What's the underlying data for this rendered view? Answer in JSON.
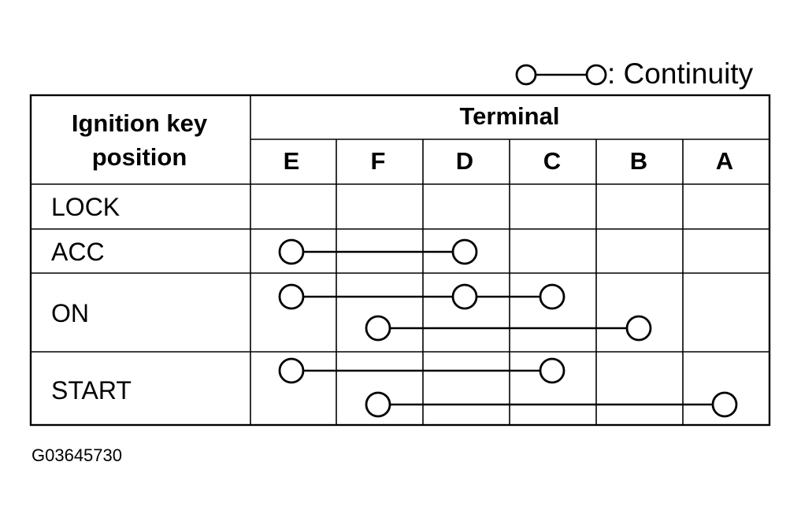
{
  "legend": {
    "text": ": Continuity"
  },
  "table": {
    "row_header_lines": [
      "Ignition key",
      "position"
    ],
    "group_header": "Terminal",
    "terminals": [
      "E",
      "F",
      "D",
      "C",
      "B",
      "A"
    ],
    "positions": [
      "LOCK",
      "ACC",
      "ON",
      "START"
    ]
  },
  "continuity": [
    {
      "position": "ACC",
      "connected": [
        "E",
        "D"
      ]
    },
    {
      "position": "ON",
      "connected": [
        "E",
        "D",
        "C"
      ]
    },
    {
      "position": "ON",
      "connected": [
        "F",
        "B"
      ]
    },
    {
      "position": "START",
      "connected": [
        "E",
        "C"
      ]
    },
    {
      "position": "START",
      "connected": [
        "F",
        "A"
      ]
    }
  ],
  "figure_id": "G03645730"
}
